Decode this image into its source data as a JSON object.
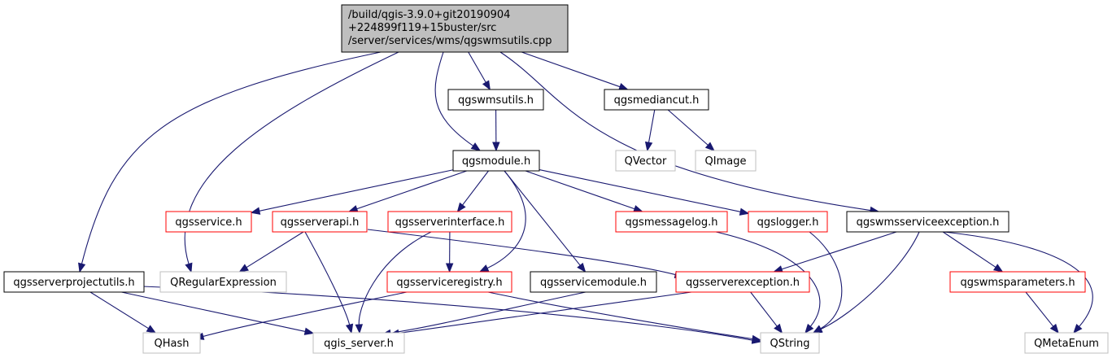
{
  "colors": {
    "edge": "#191970",
    "root_fill": "#bfbfbf",
    "border_plain": "#000000",
    "border_red": "#ff0000",
    "border_external": "#bfbfbf",
    "background": "#ffffff"
  },
  "root": {
    "id": "root",
    "lines": [
      "/build/qgis-3.9.0+git20190904",
      "+224899f119+15buster/src",
      "/server/services/wms/qgswmsutils.cpp"
    ]
  },
  "nodes": [
    {
      "id": "qgswmsutils_h",
      "label": "qgswmsutils.h",
      "kind": "plain"
    },
    {
      "id": "qgsmediancut_h",
      "label": "qgsmediancut.h",
      "kind": "plain"
    },
    {
      "id": "qgsmodule_h",
      "label": "qgsmodule.h",
      "kind": "plain"
    },
    {
      "id": "QVector",
      "label": "QVector",
      "kind": "external"
    },
    {
      "id": "QImage",
      "label": "QImage",
      "kind": "external"
    },
    {
      "id": "qgsservice_h",
      "label": "qgsservice.h",
      "kind": "red"
    },
    {
      "id": "qgsserverapi_h",
      "label": "qgsserverapi.h",
      "kind": "red"
    },
    {
      "id": "qgsserverinterface_h",
      "label": "qgsserverinterface.h",
      "kind": "red"
    },
    {
      "id": "qgsmessagelog_h",
      "label": "qgsmessagelog.h",
      "kind": "red"
    },
    {
      "id": "qgslogger_h",
      "label": "qgslogger.h",
      "kind": "red"
    },
    {
      "id": "qgswmsserviceexception_h",
      "label": "qgswmsserviceexception.h",
      "kind": "plain"
    },
    {
      "id": "qgsserverprojectutils_h",
      "label": "qgsserverprojectutils.h",
      "kind": "plain"
    },
    {
      "id": "QRegularExpression",
      "label": "QRegularExpression",
      "kind": "external"
    },
    {
      "id": "qgsserviceregistry_h",
      "label": "qgsserviceregistry.h",
      "kind": "red"
    },
    {
      "id": "qgsservicemodule_h",
      "label": "qgsservicemodule.h",
      "kind": "plain"
    },
    {
      "id": "qgsserverexception_h",
      "label": "qgsserverexception.h",
      "kind": "red"
    },
    {
      "id": "qgswmsparameters_h",
      "label": "qgswmsparameters.h",
      "kind": "red"
    },
    {
      "id": "QHash",
      "label": "QHash",
      "kind": "external"
    },
    {
      "id": "qgis_server_h",
      "label": "qgis_server.h",
      "kind": "external"
    },
    {
      "id": "QString",
      "label": "QString",
      "kind": "external"
    },
    {
      "id": "QMetaEnum",
      "label": "QMetaEnum",
      "kind": "external"
    }
  ],
  "edges": [
    [
      "root",
      "qgswmsutils_h"
    ],
    [
      "root",
      "qgsmediancut_h"
    ],
    [
      "root",
      "qgsmodule_h"
    ],
    [
      "root",
      "qgswmsserviceexception_h"
    ],
    [
      "root",
      "qgsserverprojectutils_h"
    ],
    [
      "root",
      "QRegularExpression"
    ],
    [
      "qgswmsutils_h",
      "qgsmodule_h"
    ],
    [
      "qgsmediancut_h",
      "QVector"
    ],
    [
      "qgsmediancut_h",
      "QImage"
    ],
    [
      "qgsmodule_h",
      "qgsservice_h"
    ],
    [
      "qgsmodule_h",
      "qgsserverapi_h"
    ],
    [
      "qgsmodule_h",
      "qgsserverinterface_h"
    ],
    [
      "qgsmodule_h",
      "qgsmessagelog_h"
    ],
    [
      "qgsmodule_h",
      "qgslogger_h"
    ],
    [
      "qgsmodule_h",
      "qgsserviceregistry_h"
    ],
    [
      "qgsmodule_h",
      "qgsservicemodule_h"
    ],
    [
      "qgsserverapi_h",
      "QRegularExpression"
    ],
    [
      "qgsserverapi_h",
      "qgis_server_h"
    ],
    [
      "qgsserverapi_h",
      "qgsserverexception_h"
    ],
    [
      "qgsserverinterface_h",
      "qgsserviceregistry_h"
    ],
    [
      "qgsserverinterface_h",
      "qgis_server_h"
    ],
    [
      "qgsmessagelog_h",
      "QString"
    ],
    [
      "qgslogger_h",
      "QString"
    ],
    [
      "qgswmsserviceexception_h",
      "qgsserverexception_h"
    ],
    [
      "qgswmsserviceexception_h",
      "QString"
    ],
    [
      "qgswmsserviceexception_h",
      "qgswmsparameters_h"
    ],
    [
      "qgswmsserviceexception_h",
      "QMetaEnum"
    ],
    [
      "qgsserverprojectutils_h",
      "QHash"
    ],
    [
      "qgsserverprojectutils_h",
      "qgis_server_h"
    ],
    [
      "qgsserverprojectutils_h",
      "QString"
    ],
    [
      "qgsserviceregistry_h",
      "QHash"
    ],
    [
      "qgsserviceregistry_h",
      "QString"
    ],
    [
      "qgsservicemodule_h",
      "qgis_server_h"
    ],
    [
      "qgsserverexception_h",
      "QString"
    ],
    [
      "qgsserverexception_h",
      "qgis_server_h"
    ],
    [
      "qgswmsparameters_h",
      "QMetaEnum"
    ]
  ]
}
